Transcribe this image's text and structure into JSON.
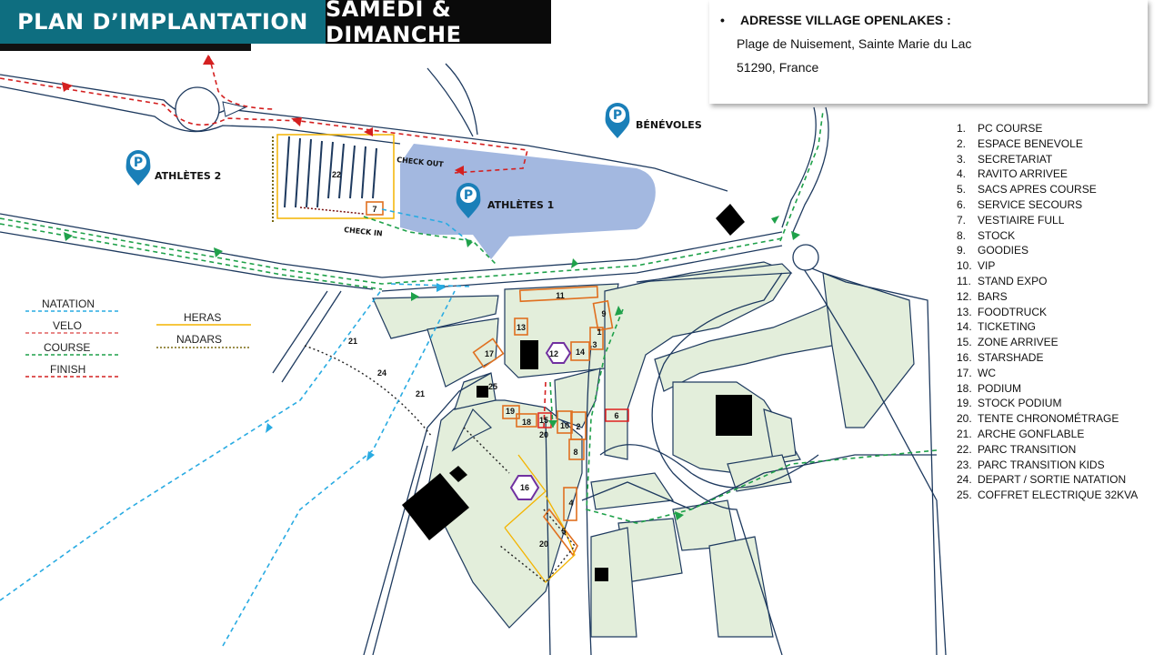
{
  "header": {
    "title": "PLAN D’IMPLANTATION",
    "days": "SAMEDI & DIMANCHE"
  },
  "address": {
    "title": "ADRESSE VILLAGE OPENLAKES :",
    "line1": "Plage de Nuisement, Sainte Marie du Lac",
    "line2": "51290, France"
  },
  "parkings": {
    "volunteers": "BÉNÉVOLES",
    "athletes1": "ATHLÈTES 1",
    "athletes2": "ATHLÈTES 2"
  },
  "map_labels": {
    "check_out": "CHECK OUT",
    "check_in": "CHECK IN"
  },
  "route_legend": [
    {
      "label": "NATATION",
      "color": "#29abe2"
    },
    {
      "label": "VELO",
      "color": "#e06060"
    },
    {
      "label": "COURSE",
      "color": "#1fa14a"
    },
    {
      "label": "FINISH",
      "color": "#d42020"
    }
  ],
  "barrier_legend": [
    {
      "label": "HERAS",
      "color": "#f4b400"
    },
    {
      "label": "NADARS",
      "color": "#7a6a10"
    }
  ],
  "zone_numbers": [
    "1",
    "2",
    "3",
    "4",
    "5",
    "6",
    "7",
    "8",
    "9",
    "10",
    "11",
    "12",
    "13",
    "14",
    "15",
    "16",
    "17",
    "18",
    "19",
    "20",
    "21",
    "21",
    "22",
    "24",
    "25"
  ],
  "legend": [
    {
      "num": "1.",
      "label": "PC COURSE"
    },
    {
      "num": "2.",
      "label": "ESPACE BENEVOLE"
    },
    {
      "num": "3.",
      "label": "SECRETARIAT"
    },
    {
      "num": "4.",
      "label": "RAVITO ARRIVEE"
    },
    {
      "num": "5.",
      "label": "SACS APRES COURSE"
    },
    {
      "num": "6.",
      "label": "SERVICE SECOURS"
    },
    {
      "num": "7.",
      "label": "VESTIAIRE FULL"
    },
    {
      "num": "8.",
      "label": "STOCK"
    },
    {
      "num": "9.",
      "label": "GOODIES"
    },
    {
      "num": "10.",
      "label": "VIP"
    },
    {
      "num": "11.",
      "label": "STAND EXPO"
    },
    {
      "num": "12.",
      "label": "BARS"
    },
    {
      "num": "13.",
      "label": "FOODTRUCK"
    },
    {
      "num": "14.",
      "label": "TICKETING"
    },
    {
      "num": "15.",
      "label": "ZONE ARRIVEE"
    },
    {
      "num": "16.",
      "label": "STARSHADE"
    },
    {
      "num": "17.",
      "label": "WC"
    },
    {
      "num": "18.",
      "label": "PODIUM"
    },
    {
      "num": "19.",
      "label": "STOCK PODIUM"
    },
    {
      "num": "20.",
      "label": "TENTE CHRONOMÉTRAGE"
    },
    {
      "num": "21.",
      "label": "ARCHE GONFLABLE"
    },
    {
      "num": "22.",
      "label": "PARC TRANSITION"
    },
    {
      "num": "23.",
      "label": "PARC TRANSITION KIDS"
    },
    {
      "num": "24.",
      "label": "DEPART / SORTIE NATATION"
    },
    {
      "num": "25.",
      "label": "COFFRET ELECTRIQUE 32KVA"
    }
  ],
  "colors": {
    "header_teal": "#0e6e80",
    "green_area": "#e3eedb",
    "parking_blue": "#a3b8e0",
    "road": "#1e3a5f",
    "zone_orange": "#e07020",
    "zone_red": "#e02020",
    "hexagon": "#7030a0",
    "pin_blue": "#1a7fb8"
  }
}
